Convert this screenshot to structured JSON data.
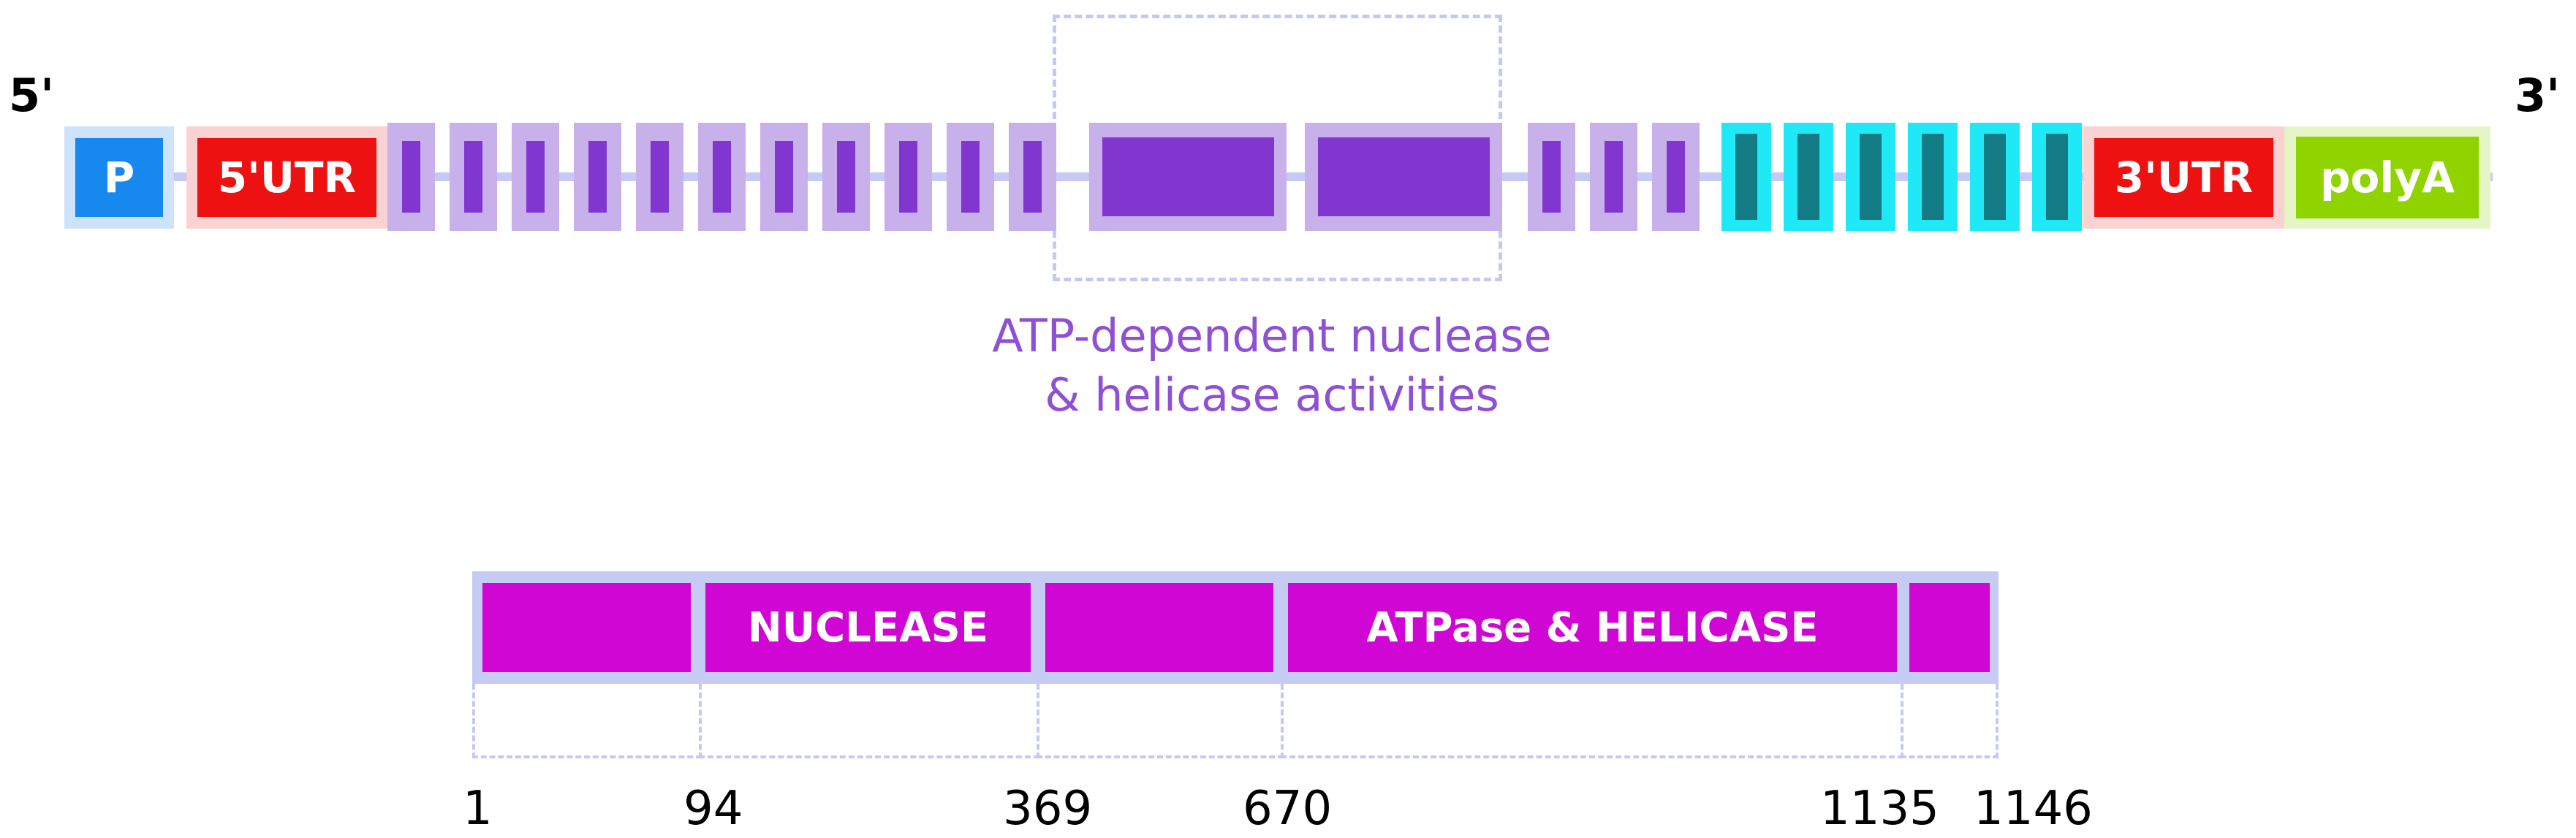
{
  "gene": {
    "five_prime": "5'",
    "three_prime": "3'",
    "promoter_label": "P",
    "utr5_label": "5'UTR",
    "utr3_label": "3'UTR",
    "polya_label": "polyA",
    "colors": {
      "promoter": "#1688ee",
      "utr": "#ee1111",
      "exon": "#8236d0",
      "exon_outline": "#c8b0ea",
      "exon_highlight": "#1fe9f6",
      "polya": "#8fd400",
      "line": "#c6c9f3"
    }
  },
  "caption": {
    "line1": "ATP-dependent nuclease",
    "line2": "& helicase activities"
  },
  "protein": {
    "domains": [
      {
        "label": "",
        "start": 1,
        "end": 94
      },
      {
        "label": "NUCLEASE",
        "start": 94,
        "end": 369
      },
      {
        "label": "",
        "start": 369,
        "end": 670
      },
      {
        "label": "ATPase & HELICASE",
        "start": 670,
        "end": 1135
      },
      {
        "label": "",
        "start": 1135,
        "end": 1146
      }
    ],
    "positions": [
      "1",
      "94",
      "369",
      "670",
      "1135",
      "1146"
    ],
    "color": "#cf06d4"
  }
}
